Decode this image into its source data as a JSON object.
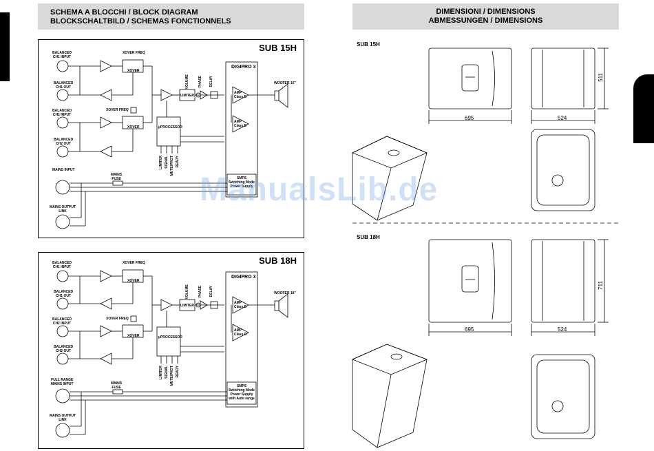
{
  "left_header": {
    "line1": "SCHEMA  A BLOCCHI  / BLOCK DIAGRAM",
    "line2": "BLOCKSCHALTBILD  / SCHEMAS FONCTIONNELS"
  },
  "right_header": {
    "line1": "DIMENSIONI / DIMENSIONS",
    "line2": "ABMESSUNGEN / DIMENSIONS"
  },
  "diagram_top": {
    "title": "SUB 15H",
    "in1": [
      "BALANCED",
      "CH1 INPUT"
    ],
    "out1": [
      "BALANCED",
      "CH1 OUT"
    ],
    "in2": [
      "BALANCED",
      "CH2 INPUT"
    ],
    "out2": [
      "BALANCED",
      "CH2 OUT"
    ],
    "xover_freq": "XOVER FREQ",
    "xover_freq2": "XOVER FREQ",
    "xover": "XOVER",
    "link": "LINK",
    "limiter": "LIMITER",
    "uprocessor": "µPROCESSOR",
    "volume": "VOLUME",
    "phase": "PHASE",
    "delay": "DELAY",
    "digipro": "DIGIPRO 3",
    "amp": "AMP",
    "class_d": "Class D",
    "woofer": "WOOFER 15\"",
    "leds": [
      "LIMITER",
      "SIGNAL",
      "MUTE/PROT",
      "READY"
    ],
    "mains_input": "MAINS INPUT",
    "mains_fuse": [
      "MAINS",
      "FUSE"
    ],
    "smps": [
      "SMPS",
      "Switching Mode",
      "Power Supply"
    ],
    "mains_output": [
      "MAINS OUTPUT",
      "LINK"
    ]
  },
  "diagram_bottom": {
    "title": "SUB 18H",
    "in1": [
      "BALANCED",
      "CH1 INPUT"
    ],
    "out1": [
      "BALANCED",
      "CH1 OUT"
    ],
    "in2": [
      "BALANCED",
      "CH2 INPUT"
    ],
    "out2": [
      "BALANCED",
      "CH2 OUT"
    ],
    "xover_freq": "XOVER FREQ",
    "xover_freq2": "XOVER FREQ",
    "xover": "XOVER",
    "link": "LINK",
    "limiter": "LIMITER",
    "uprocessor": "µPROCESSOR",
    "volume": "VOLUME",
    "phase": "PHASE",
    "delay": "DELAY",
    "digipro": "DIGIPRO 3",
    "amp": "AMP",
    "class_d": "Class D",
    "woofer": "WOOFER 18\"",
    "leds": [
      "LIMITER",
      "SIGNAL",
      "MUTE/PROT",
      "READY"
    ],
    "mains_input": [
      "FULL RANGE",
      "MAINS INPUT"
    ],
    "mains_fuse": [
      "MAINS",
      "FUSE"
    ],
    "smps": [
      "SMPS",
      "Switching Mode",
      "Power Supply",
      "with Auto range"
    ],
    "mains_output": [
      "MAINS OUTPUT",
      "LINK"
    ]
  },
  "dimensions_top": {
    "label": "SUB 15H",
    "width": "695",
    "depth": "524",
    "height": "511"
  },
  "dimensions_bottom": {
    "label": "SUB 18H",
    "width": "695",
    "depth": "524",
    "height": "711"
  },
  "watermark": "ManualsLib.de"
}
